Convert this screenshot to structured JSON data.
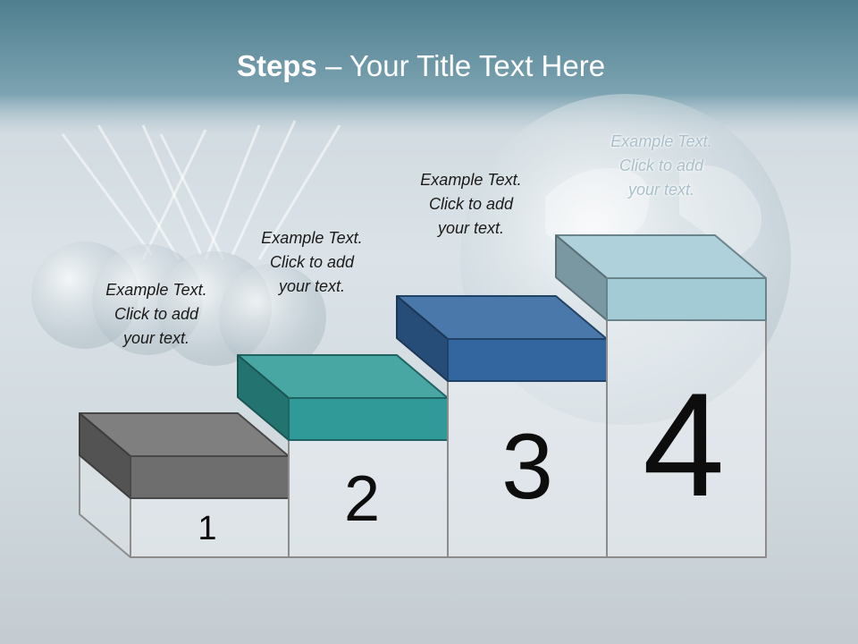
{
  "title": {
    "bold": "Steps",
    "rest": " – Your Title Text Here"
  },
  "steps": [
    {
      "number": "1",
      "lines": [
        "Example Text.",
        "Click  to add",
        "your text."
      ],
      "color": "#6e6e6e"
    },
    {
      "number": "2",
      "lines": [
        "Example Text.",
        "Click  to add",
        "your text."
      ],
      "color": "#2f9a97"
    },
    {
      "number": "3",
      "lines": [
        "Example Text.",
        "Click  to add",
        "your text."
      ],
      "color": "#33669e"
    },
    {
      "number": "4",
      "lines": [
        "Example Text.",
        "Click  to add",
        "your text."
      ],
      "color": "#a3cbd6"
    }
  ]
}
